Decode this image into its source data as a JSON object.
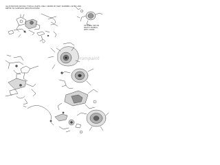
{
  "caption": {
    "line1": "ILLUSTRATION SHOWS TYPICAL PARTS ONLY.  ORDER BY PART NUMBER LISTED AND SUPPLIED BY TMS",
    "line2": "REFER TO SUPPLIED SPECIFICATIONS"
  },
  "optional_note": {
    "line1": "OPTIONAL USE ON",
    "line2": "SELECT MODELS",
    "line3": "WITH COVER"
  },
  "watermark": "JuicyFrompaint",
  "colors": {
    "line": "#444444",
    "background": "#ffffff"
  }
}
